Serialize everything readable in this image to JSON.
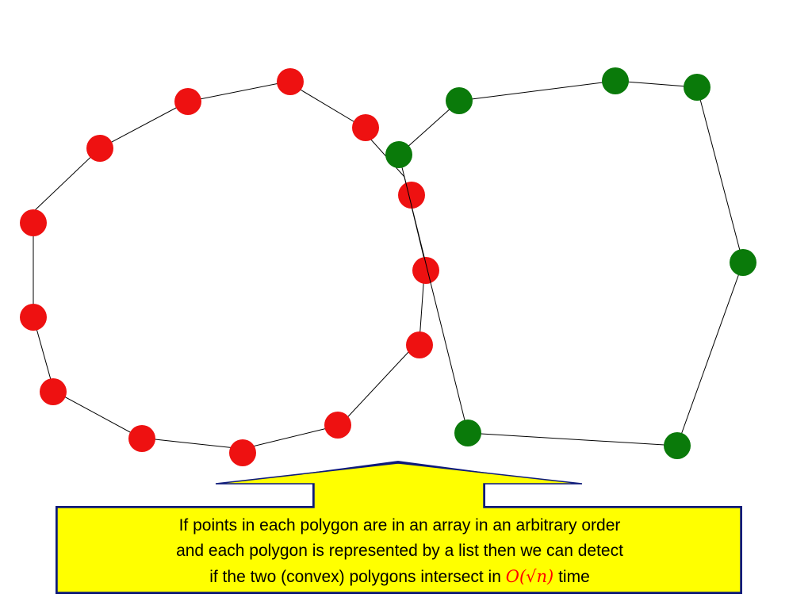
{
  "colors": {
    "polygon_a": "#ee1111",
    "polygon_b": "#0a7a0a",
    "edge": "#000000",
    "callout_fill": "#ffff00",
    "callout_border": "#0d1a7a",
    "math": "#ff0000"
  },
  "callout": {
    "line_1": "If points in each polygon are in an array in an arbitrary order",
    "line_2": "and each polygon is represented by a list then we can detect",
    "line_3_before": "if the two (convex) polygons intersect in ",
    "math_expression": "O(√n)",
    "line_3_after": " time"
  }
}
